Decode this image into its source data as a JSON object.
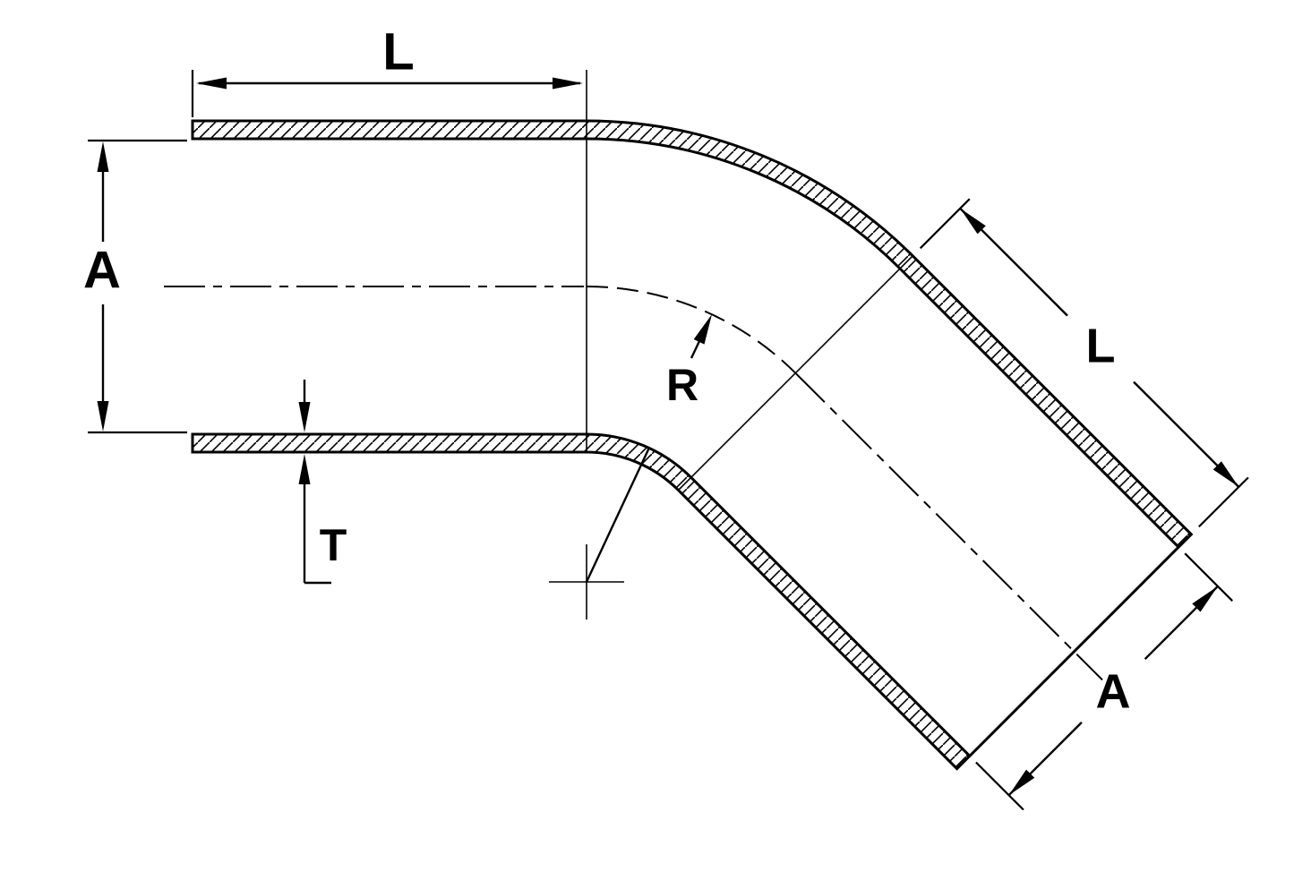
{
  "diagram": {
    "type": "technical-drawing",
    "subject": "45-degree elbow hose cross-section with dimension callouts",
    "labels": {
      "leg1_length": "L",
      "inner_diameter": "A",
      "wall_thickness": "T",
      "bend_radius": "R",
      "leg2_length": "L",
      "leg2_diameter": "A"
    },
    "colors": {
      "line": "#000000",
      "background": "#ffffff"
    }
  }
}
